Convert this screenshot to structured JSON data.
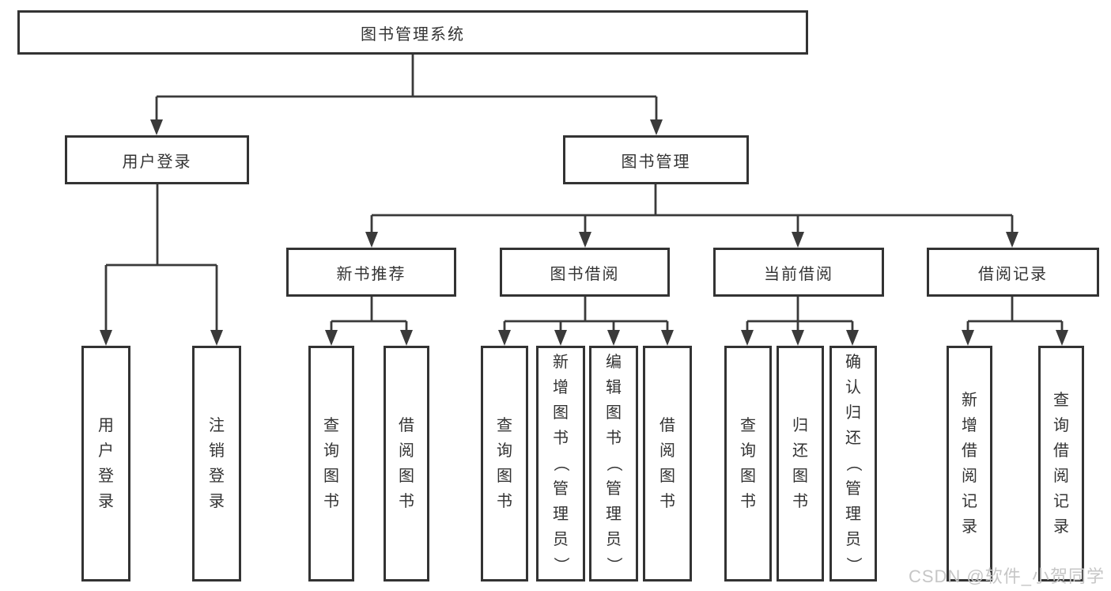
{
  "tree": {
    "root": "图书管理系统",
    "user_login": {
      "label": "用户登录",
      "children": {
        "login": "用户登录",
        "logout": "注销登录"
      }
    },
    "book_mgmt": {
      "label": "图书管理",
      "sections": {
        "new_book_rec": {
          "label": "新书推荐",
          "children": {
            "query": "查询图书",
            "borrow": "借阅图书"
          }
        },
        "book_borrow": {
          "label": "图书借阅",
          "children": {
            "query": "查询图书",
            "add": "新增图书（管理员）",
            "edit": "编辑图书（管理员）",
            "borrow": "借阅图书"
          }
        },
        "current_borrow": {
          "label": "当前借阅",
          "children": {
            "query": "查询图书",
            "return": "归还图书",
            "confirm": "确认归还（管理员）"
          }
        },
        "borrow_records": {
          "label": "借阅记录",
          "children": {
            "add": "新增借阅记录",
            "query": "查询借阅记录"
          }
        }
      }
    }
  },
  "watermark": "CSDN @软件_小贺同学",
  "colors": {
    "line": "#3a3a3a",
    "border": "#333333",
    "text": "#333333",
    "watermark": "#c6c6c6"
  }
}
